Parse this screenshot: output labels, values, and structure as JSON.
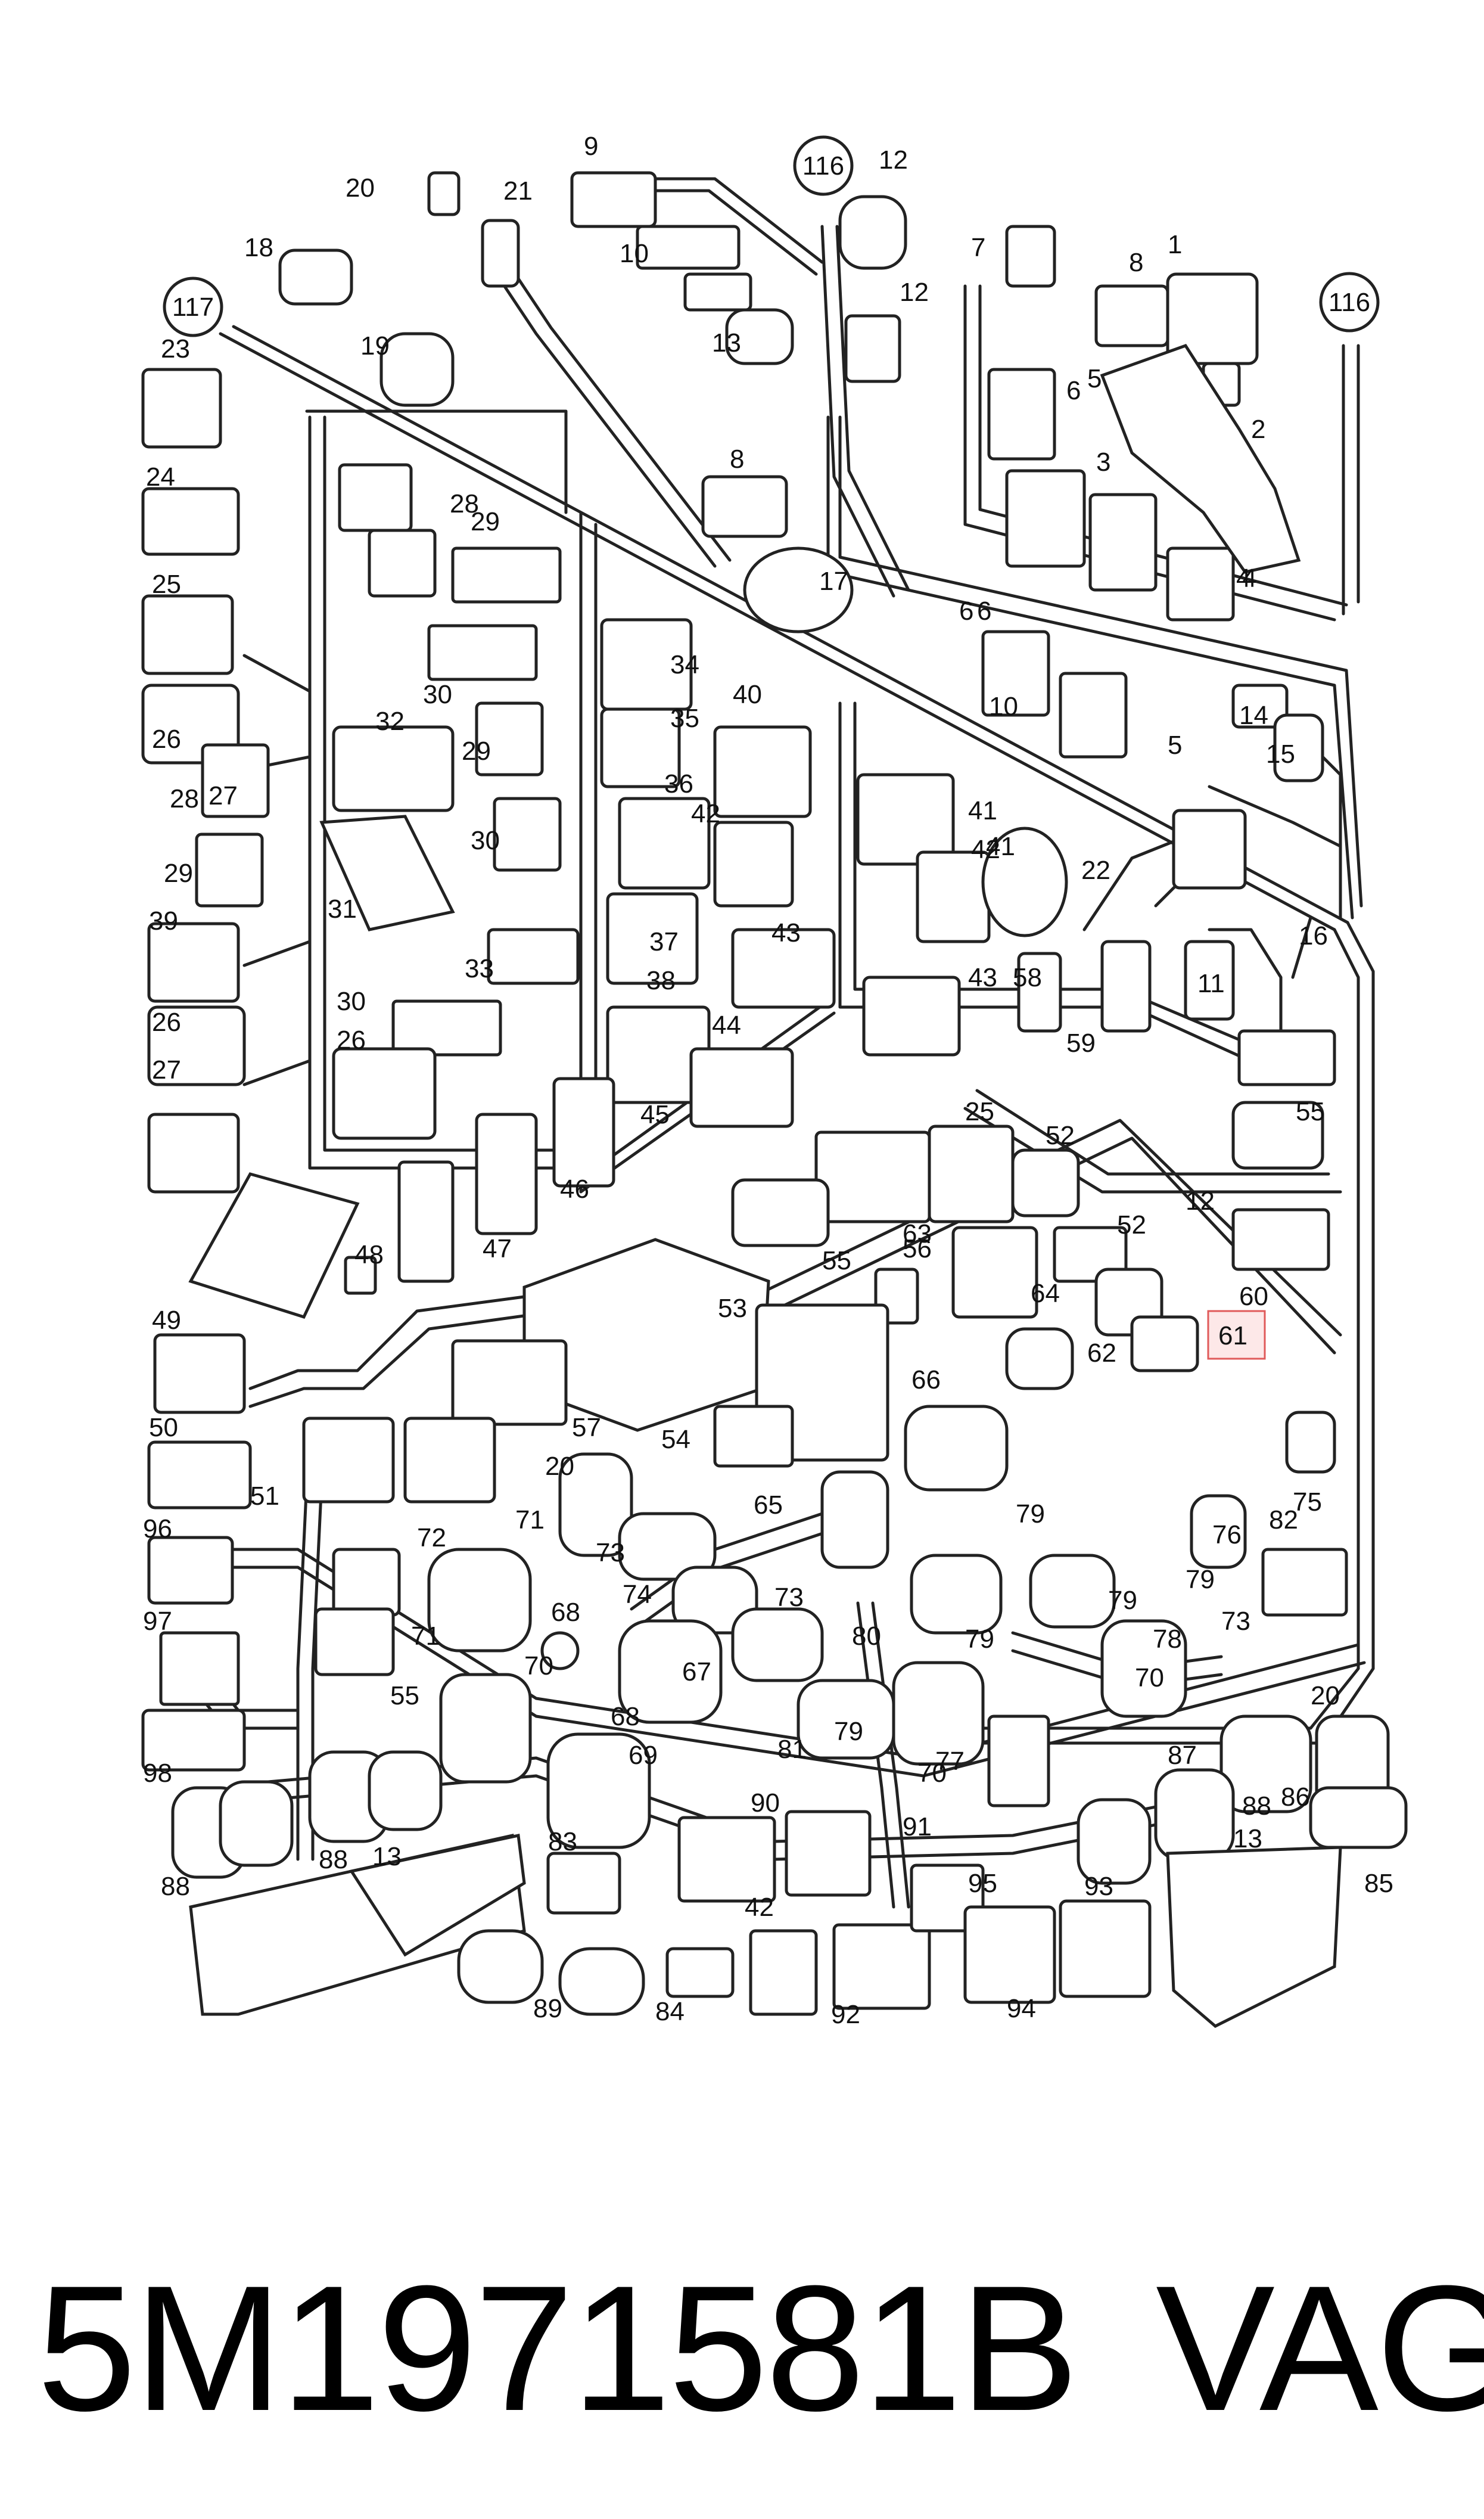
{
  "diagram": {
    "callouts": [
      "116",
      "117",
      "116"
    ],
    "highlighted_label": "61",
    "labels": [
      "1",
      "2",
      "3",
      "4",
      "5",
      "5",
      "6",
      "6",
      "7",
      "8",
      "8",
      "9",
      "10",
      "11",
      "12",
      "12",
      "12",
      "13",
      "13",
      "13",
      "14",
      "15",
      "16",
      "17",
      "18",
      "19",
      "20",
      "20",
      "20",
      "21",
      "22",
      "23",
      "25",
      "25",
      "26",
      "26",
      "26",
      "27",
      "27",
      "28",
      "28",
      "29",
      "29",
      "29",
      "30",
      "30",
      "30",
      "31",
      "32",
      "33",
      "34",
      "35",
      "36",
      "37",
      "38",
      "39",
      "40",
      "41",
      "41",
      "42",
      "42",
      "42",
      "43",
      "43",
      "44",
      "45",
      "46",
      "47",
      "48",
      "49",
      "50",
      "51",
      "52",
      "52",
      "53",
      "54",
      "55",
      "55",
      "55",
      "56",
      "57",
      "58",
      "59",
      "60",
      "62",
      "63",
      "64",
      "65",
      "66",
      "67",
      "68",
      "68",
      "69",
      "70",
      "70",
      "70",
      "71",
      "71",
      "72",
      "73",
      "73",
      "73",
      "74",
      "75",
      "76",
      "77",
      "78",
      "79",
      "79",
      "79",
      "79",
      "79",
      "80",
      "81",
      "82",
      "83",
      "84",
      "85",
      "86",
      "87",
      "88",
      "88",
      "88",
      "89",
      "90",
      "91",
      "92",
      "93",
      "94",
      "95",
      "96",
      "97",
      "98",
      "10",
      "4",
      "6",
      "24"
    ]
  },
  "footer": {
    "part_number": "5M1971581B",
    "brand": "VAG"
  }
}
